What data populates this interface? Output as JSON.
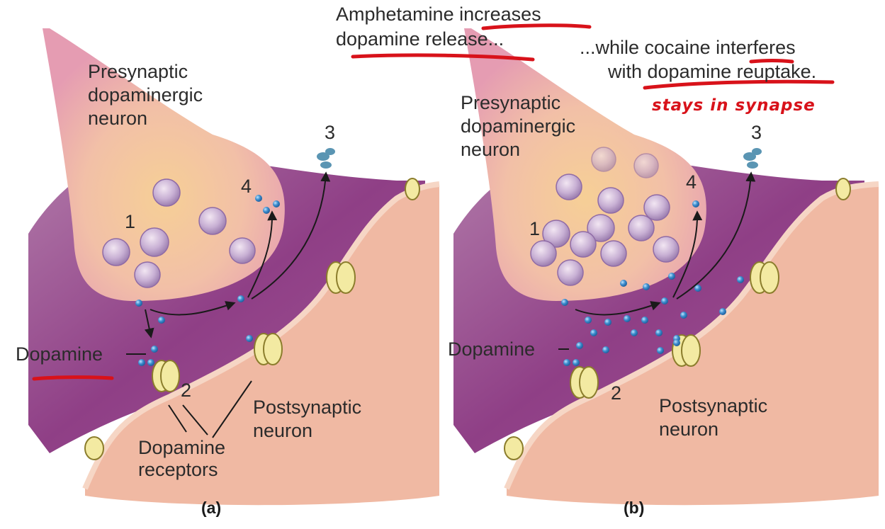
{
  "annotations": {
    "amphetamine_line1": "Amphetamine increases",
    "amphetamine_line2": "dopamine release...",
    "cocaine_line1": "...while cocaine interferes",
    "cocaine_line2": "with dopamine reuptake.",
    "handwritten_note": "stays in synapse"
  },
  "panel_a": {
    "presynaptic_line1": "Presynaptic",
    "presynaptic_line2": "dopaminergic",
    "presynaptic_line3": "neuron",
    "postsynaptic_line1": "Postsynaptic",
    "postsynaptic_line2": "neuron",
    "dopamine_label": "Dopamine",
    "receptors_line1": "Dopamine",
    "receptors_line2": "receptors",
    "step1": "1",
    "step2": "2",
    "step3": "3",
    "step4": "4",
    "caption": "(a)"
  },
  "panel_b": {
    "presynaptic_line1": "Presynaptic",
    "presynaptic_line2": "dopaminergic",
    "presynaptic_line3": "neuron",
    "postsynaptic_line1": "Postsynaptic",
    "postsynaptic_line2": "neuron",
    "dopamine_label": "Dopamine",
    "step1": "1",
    "step2": "2",
    "step3": "3",
    "step4": "4",
    "caption": "(b)"
  },
  "colors": {
    "presynaptic_pink": "#e7a3b6",
    "synaptic_purple": "#9a4d8e",
    "postsynaptic_peach": "#f0b9a3",
    "dopamine_blue": "#2d77b8",
    "receptor_yellow": "#f3eaa2",
    "annotation_red": "#d8121a"
  }
}
